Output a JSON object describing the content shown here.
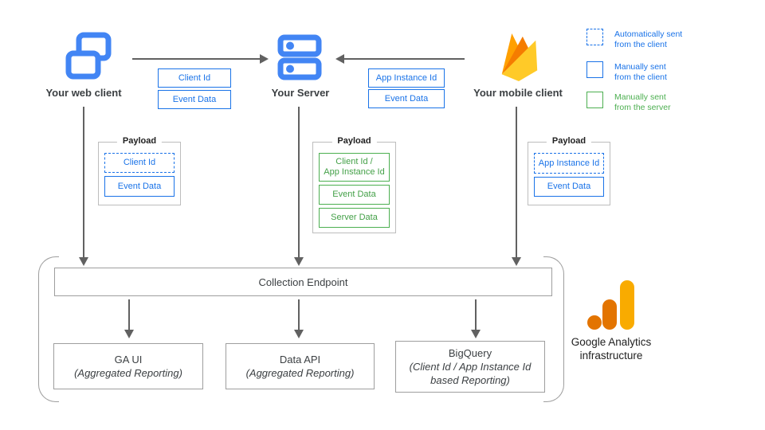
{
  "colors": {
    "blue": "#1a73e8",
    "icon_blue": "#4285f4",
    "green": "#4caf50",
    "arrow_gray": "#616161",
    "box_border_gray": "#9e9e9e",
    "payload_border_gray": "#bdbdbd",
    "firebase_amber": "#ffa000",
    "firebase_orange": "#f57c00",
    "firebase_yellow": "#ffca28",
    "ga_orange": "#e37400",
    "ga_yellow": "#f9ab00"
  },
  "clients": {
    "web": {
      "label": "Your web client",
      "icon": "web-windows-icon"
    },
    "server": {
      "label": "Your Server",
      "icon": "server-icon"
    },
    "mobile": {
      "label": "Your mobile client",
      "icon": "firebase-icon"
    }
  },
  "flow_params": {
    "web_to_server": [
      {
        "label": "Client Id",
        "style": "solid-blue"
      },
      {
        "label": "Event Data",
        "style": "solid-blue"
      }
    ],
    "mobile_to_server": [
      {
        "label": "App Instance Id",
        "style": "solid-blue"
      },
      {
        "label": "Event Data",
        "style": "solid-blue"
      }
    ]
  },
  "legend": [
    {
      "label": "Automatically sent\nfrom the client",
      "swatch": "dashed-blue"
    },
    {
      "label": "Manually sent\nfrom the client",
      "swatch": "solid-blue"
    },
    {
      "label": "Manually sent\nfrom the server",
      "swatch": "solid-green"
    }
  ],
  "payloads": {
    "web": {
      "title": "Payload",
      "items": [
        {
          "label": "Client Id",
          "style": "dashed-blue"
        },
        {
          "label": "Event Data",
          "style": "solid-blue"
        }
      ]
    },
    "server": {
      "title": "Payload",
      "items": [
        {
          "label": "Client Id /\nApp Instance Id",
          "style": "solid-green"
        },
        {
          "label": "Event Data",
          "style": "solid-green"
        },
        {
          "label": "Server Data",
          "style": "solid-green"
        }
      ]
    },
    "mobile": {
      "title": "Payload",
      "items": [
        {
          "label": "App Instance Id",
          "style": "dashed-blue"
        },
        {
          "label": "Event Data",
          "style": "solid-blue"
        }
      ]
    }
  },
  "infrastructure": {
    "endpoint": "Collection Endpoint",
    "outputs": [
      {
        "title": "GA UI",
        "subtitle": "(Aggregated Reporting)"
      },
      {
        "title": "Data API",
        "subtitle": "(Aggregated Reporting)"
      },
      {
        "title": "BigQuery",
        "subtitle": "(Client Id / App Instance Id\nbased Reporting)"
      }
    ],
    "brand": "Google Analytics\ninfrastructure"
  }
}
